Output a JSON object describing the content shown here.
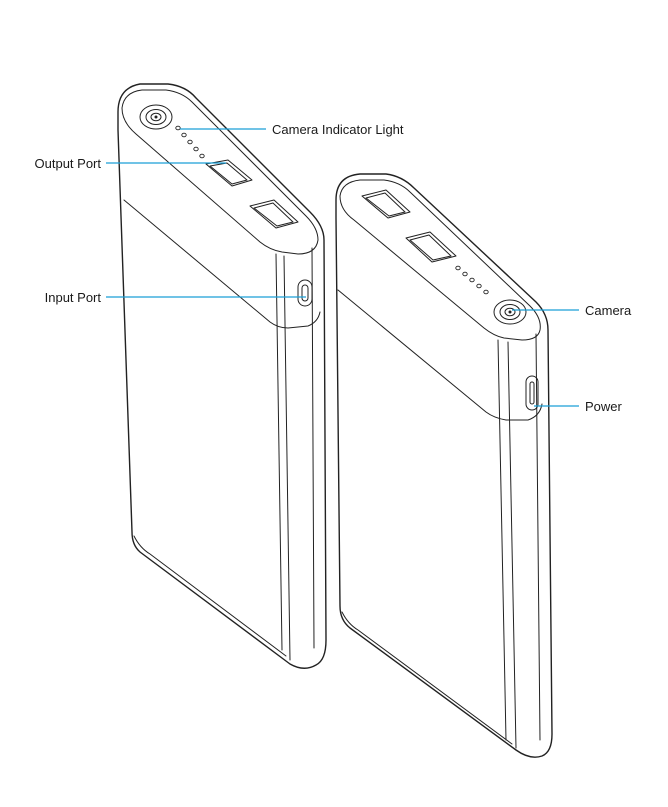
{
  "diagram": {
    "line_color": "#1a9fd6",
    "labels": {
      "camera_indicator_light": "Camera Indicator Light",
      "output_port": "Output Port",
      "input_port": "Input Port",
      "camera": "Camera",
      "power": "Power"
    }
  }
}
